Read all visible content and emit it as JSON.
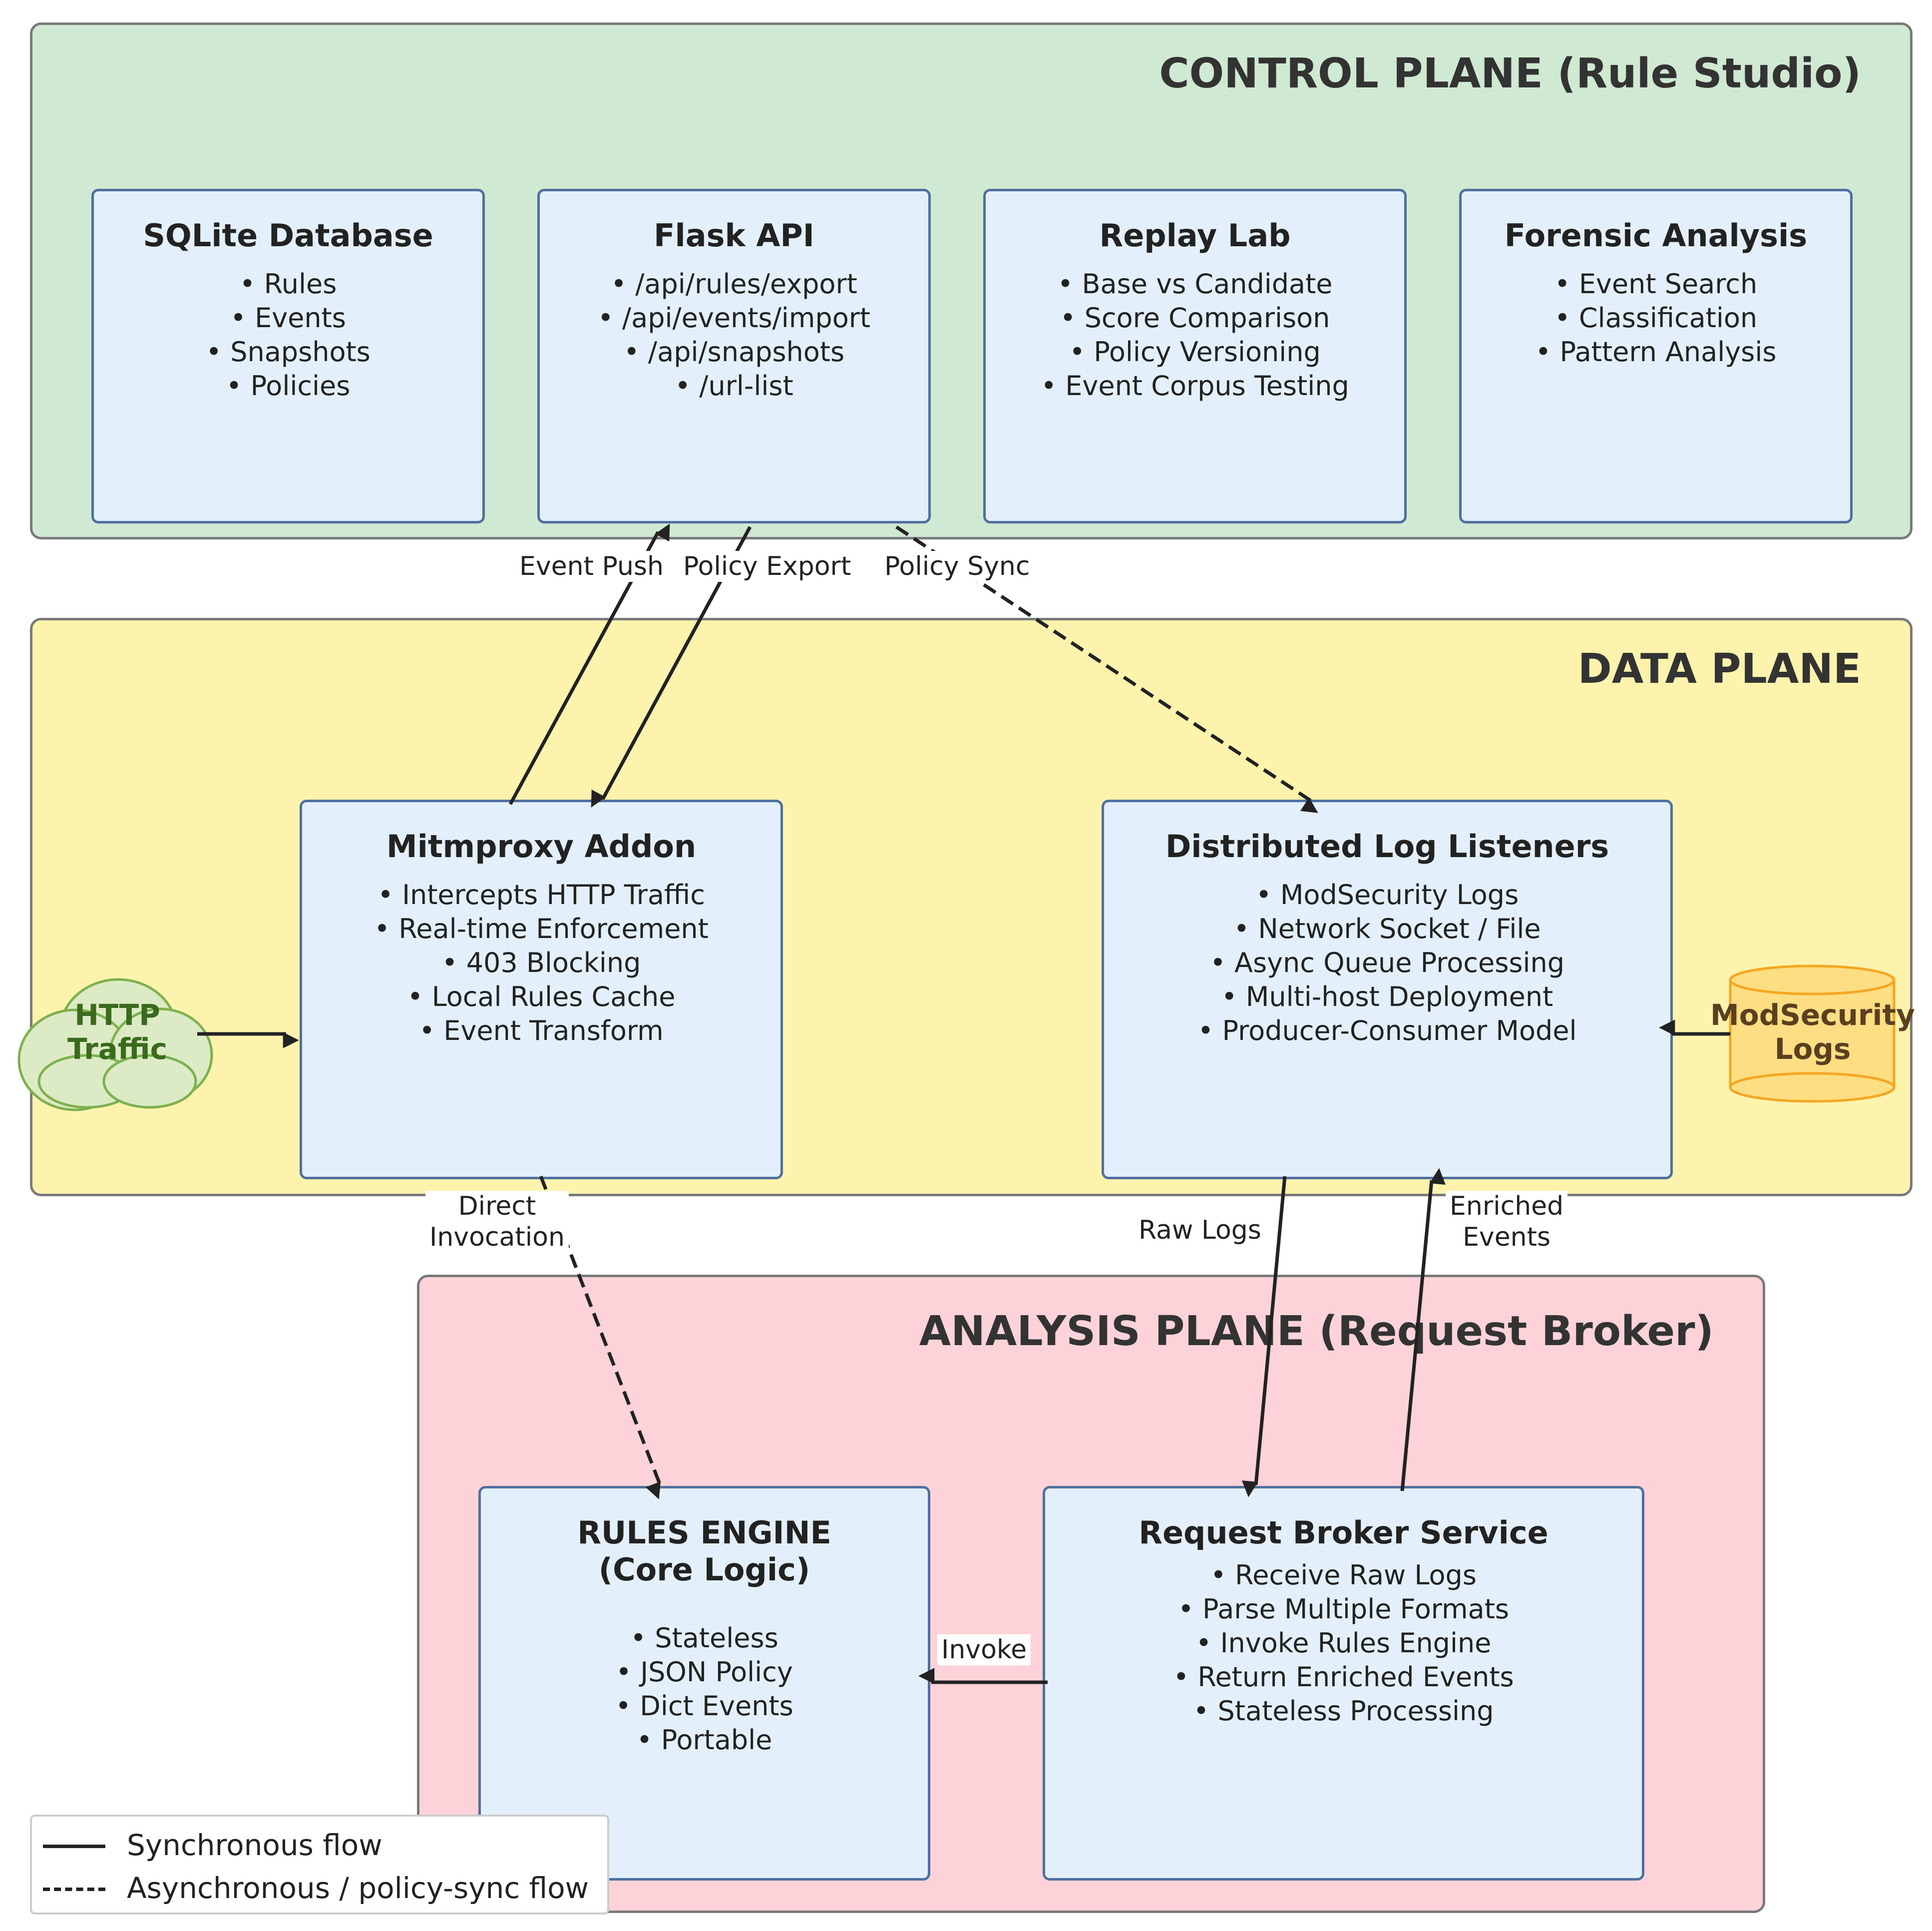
{
  "planes": {
    "control": {
      "title": "CONTROL PLANE (Rule Studio)",
      "color": "#d0e9d2"
    },
    "data": {
      "title": "DATA PLANE",
      "color": "#fef3ad"
    },
    "analysis": {
      "title": "ANALYSIS PLANE (Request Broker)",
      "color": "#fdd3d9"
    }
  },
  "components": {
    "sqlite": {
      "title": "SQLite Database",
      "items": [
        "Rules",
        "Events",
        "Snapshots",
        "Policies"
      ]
    },
    "flask": {
      "title": "Flask API",
      "items": [
        "/api/rules/export",
        "/api/events/import",
        "/api/snapshots",
        "/url-list"
      ]
    },
    "replay": {
      "title": "Replay Lab",
      "items": [
        "Base vs Candidate",
        "Score Comparison",
        "Policy Versioning",
        "Event Corpus Testing"
      ]
    },
    "forensic": {
      "title": "Forensic Analysis",
      "items": [
        "Event Search",
        "Classification",
        "Pattern Analysis"
      ]
    },
    "mitmproxy": {
      "title": "Mitmproxy Addon",
      "items": [
        "Intercepts HTTP Traffic",
        "Real-time Enforcement",
        "403 Blocking",
        "Local Rules Cache",
        "Event Transform"
      ]
    },
    "listeners": {
      "title": "Distributed Log Listeners",
      "items": [
        "ModSecurity Logs",
        "Network Socket / File",
        "Async Queue Processing",
        "Multi-host Deployment",
        "Producer-Consumer Model"
      ]
    },
    "rules_engine": {
      "title_line1": "RULES ENGINE",
      "title_line2": "(Core Logic)",
      "items": [
        "Stateless",
        "JSON Policy",
        "Dict Events",
        "Portable"
      ]
    },
    "broker": {
      "title": "Request Broker Service",
      "items": [
        "Receive Raw Logs",
        "Parse Multiple Formats",
        "Invoke Rules Engine",
        "Return Enriched Events",
        "Stateless Processing"
      ]
    }
  },
  "external": {
    "http_traffic": {
      "line1": "HTTP",
      "line2": "Traffic",
      "color": "#dcebc5",
      "text_color": "#3a6a1e"
    },
    "modsec_logs": {
      "line1": "ModSecurity",
      "line2": "Logs",
      "color": "#fede82",
      "text_color": "#5a4020"
    }
  },
  "flows": {
    "event_push": "Event Push",
    "policy_export": "Policy Export",
    "policy_sync": "Policy Sync",
    "direct_invocation_line1": "Direct",
    "direct_invocation_line2": "Invocation",
    "raw_logs": "Raw Logs",
    "enriched_line1": "Enriched",
    "enriched_line2": "Events",
    "invoke": "Invoke"
  },
  "legend": {
    "sync": "Synchronous flow",
    "async": "Asynchronous / policy-sync flow"
  },
  "colors": {
    "box_fill": "#e3f0fb",
    "box_border": "#4f6fa0",
    "arrow": "#222222"
  }
}
